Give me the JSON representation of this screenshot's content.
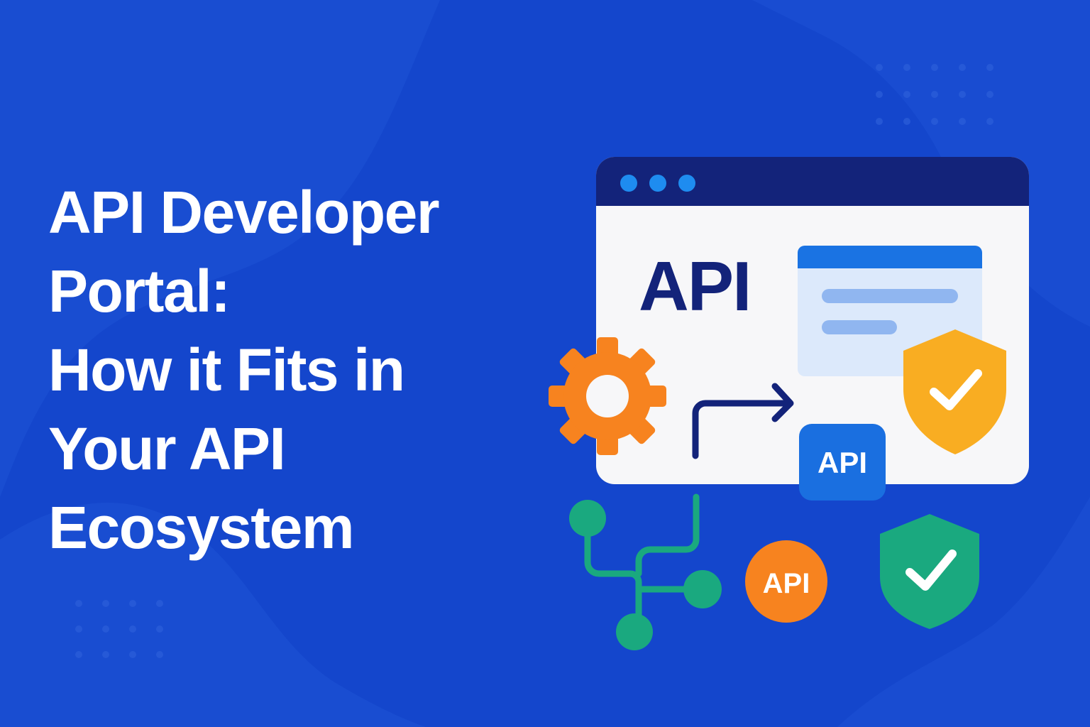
{
  "headline": {
    "line1": "API Developer",
    "line2": "Portal:",
    "line3": "How it Fits in",
    "line4": "Your API",
    "line5": "Ecosystem"
  },
  "browser_window": {
    "api_label": "API"
  },
  "badges": {
    "square_badge_label": "API",
    "round_badge_label": "API"
  },
  "icons": [
    "gear-icon",
    "arrow-icon",
    "shield-check-icon",
    "network-icon"
  ],
  "colors": {
    "background": "#1446cc",
    "window_bar": "#13237a",
    "window_body": "#f7f7f9",
    "text_dark": "#13237a",
    "orange": "#f7831f",
    "yellow": "#f9ad22",
    "green": "#1aa97f",
    "blue_badge": "#1a6fe0"
  }
}
